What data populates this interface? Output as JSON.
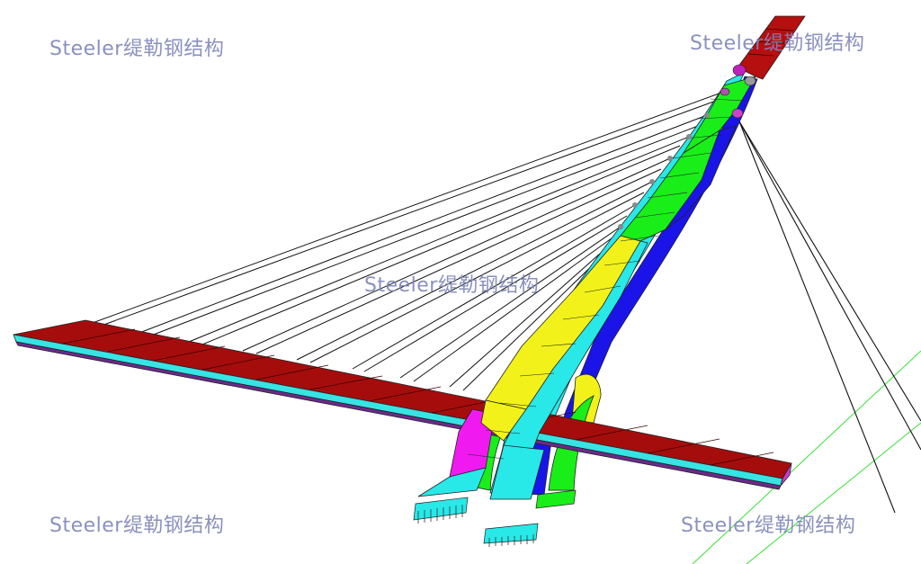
{
  "image": {
    "subject": "cable-stayed-arch-bridge-fem-model",
    "colors": {
      "deck_top": "#a50d0d",
      "deck_side": "#37e3e3",
      "tower_red": "#b50f0f",
      "tower_green": "#19ee19",
      "tower_yellow": "#f2f21a",
      "tower_cyan": "#28e8e8",
      "tower_blue": "#1a14e8",
      "tower_magenta": "#f01af0",
      "guide_line": "#38e038",
      "cable": "#111111"
    }
  },
  "watermarks": {
    "top_left": "Steeler缇勒钢结构",
    "top_right": "Steeler缇勒钢结构",
    "center": "Steeler缇勒钢结构",
    "bottom_left": "Steeler缇勒钢结构",
    "bottom_right": "Steeler缇勒钢结构"
  }
}
